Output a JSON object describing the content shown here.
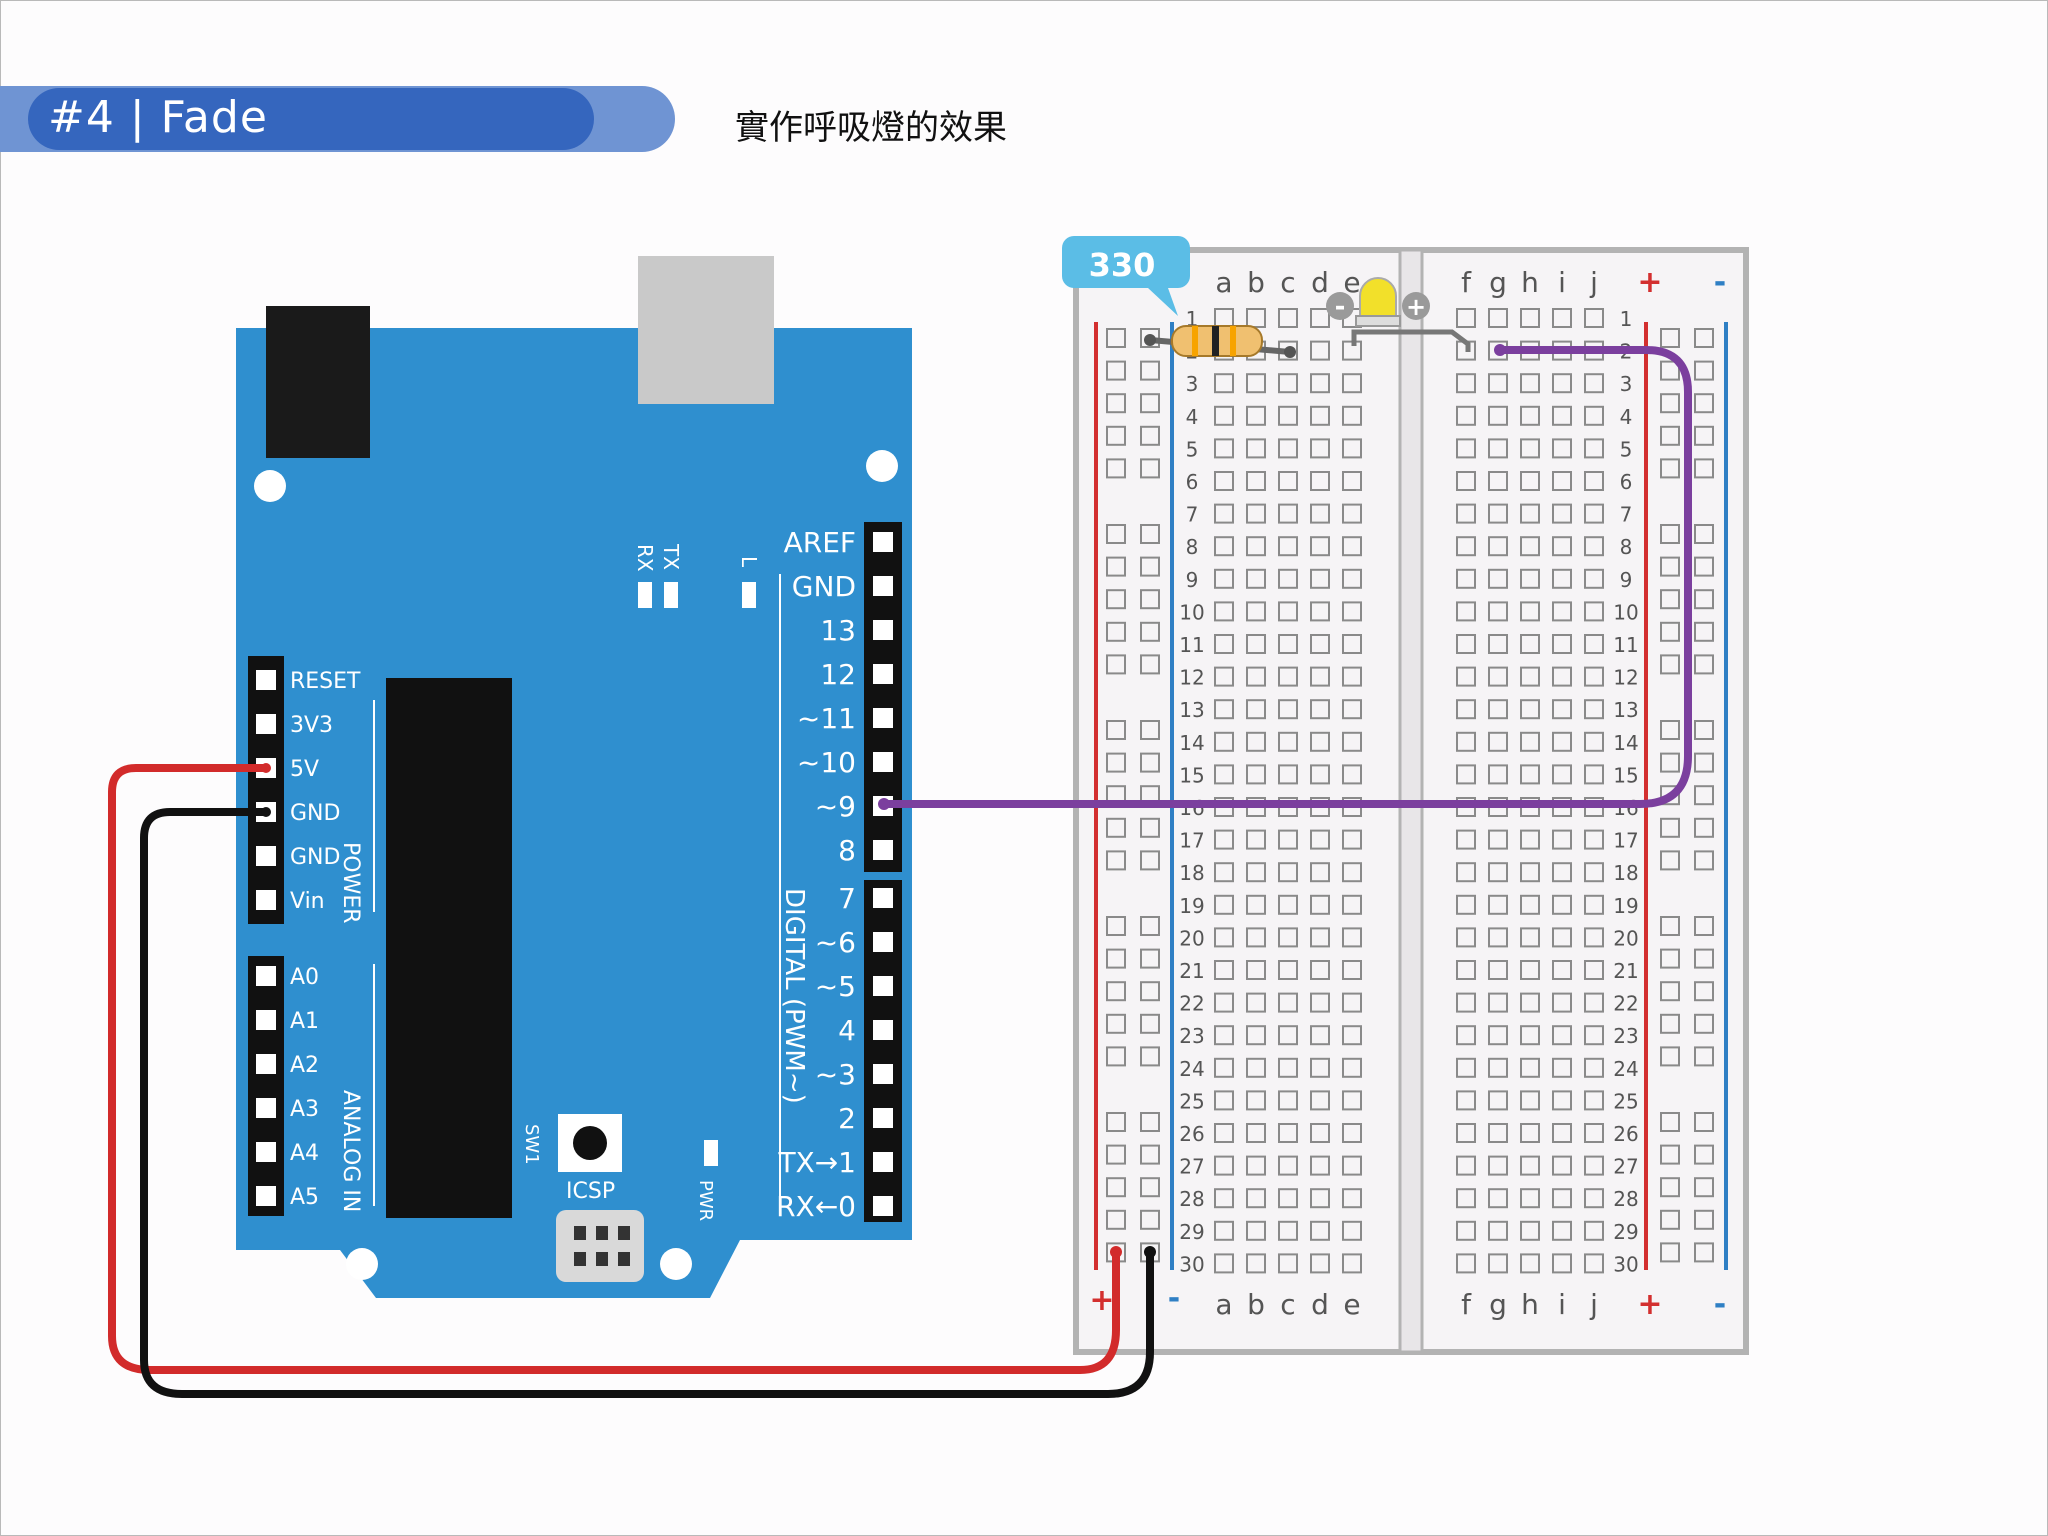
{
  "slide": {
    "title": "#4 | Fade",
    "subtitle": "實作呼吸燈的效果"
  },
  "resistor_badge": "330",
  "arduino": {
    "power_pins": [
      "RESET",
      "3V3",
      "5V",
      "GND",
      "GND",
      "Vin"
    ],
    "power_group_label": "POWER",
    "analog_pins": [
      "A0",
      "A1",
      "A2",
      "A3",
      "A4",
      "A5"
    ],
    "analog_group_label": "ANALOG IN",
    "digital_pins": [
      "AREF",
      "GND",
      "13",
      "12",
      "~11",
      "~10",
      "~9",
      "8",
      "7",
      "~6",
      "~5",
      "4",
      "~3",
      "2",
      "TX→1",
      "RX←0"
    ],
    "digital_group_label": "DIGITAL (PWM~)",
    "led_labels": [
      "TX",
      "RX",
      "L"
    ],
    "icsp_label": "ICSP",
    "switch_label": "SW1",
    "pwr_label": "PWR"
  },
  "breadboard": {
    "left_columns": [
      "a",
      "b",
      "c",
      "d",
      "e"
    ],
    "right_columns": [
      "f",
      "g",
      "h",
      "i",
      "j"
    ],
    "row_count": 30,
    "rail_plus": "+",
    "rail_minus": "-"
  },
  "led_polarity": {
    "minus": "-",
    "plus": "+"
  },
  "colors": {
    "banner_front": "#3566be",
    "banner_back": "#6f94d3",
    "arduino_body": "#2f8fcf",
    "wire_5v": "#d22b2b",
    "wire_gnd": "#111111",
    "wire_signal": "#7b3f9e",
    "badge": "#5bbde6",
    "led": "#f2e02a"
  }
}
